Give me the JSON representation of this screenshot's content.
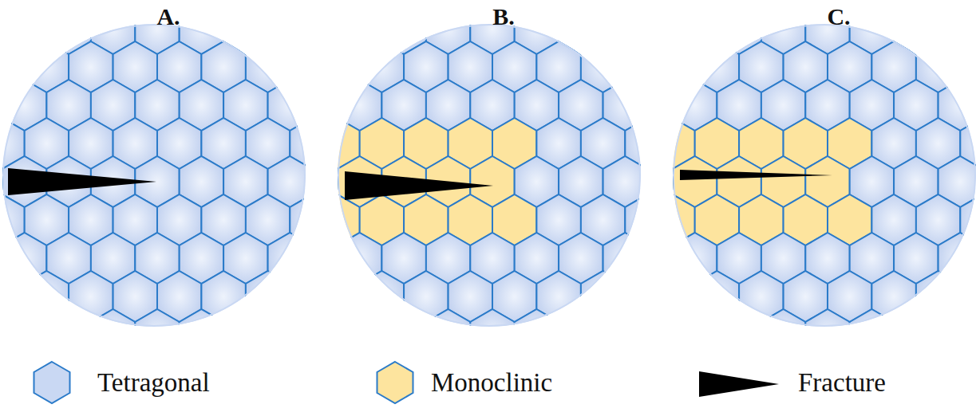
{
  "diagram": {
    "labels": [
      "A.",
      "B.",
      "C."
    ],
    "legend": [
      {
        "text": "Tetragonal",
        "color": "#c9d8f3"
      },
      {
        "text": "Monoclinic",
        "color": "#fde49e"
      },
      {
        "text": "Fracture"
      }
    ]
  }
}
